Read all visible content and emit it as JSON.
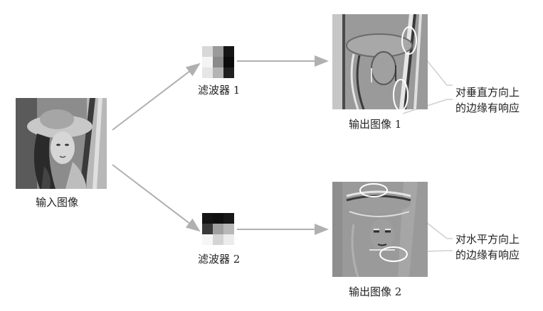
{
  "input": {
    "label": "输入图像"
  },
  "filter1": {
    "label": "滤波器 1",
    "grid": [
      [
        "#d8d8d8",
        "#9a9a9a",
        "#161616"
      ],
      [
        "#f4f4f4",
        "#8a8a8a",
        "#0c0c0c"
      ],
      [
        "#e6e6e6",
        "#b4b4b4",
        "#202020"
      ]
    ]
  },
  "filter2": {
    "label": "滤波器 2",
    "grid": [
      [
        "#141414",
        "#101010",
        "#181818"
      ],
      [
        "#3a3a3a",
        "#a0a0a0",
        "#b8b8b8"
      ],
      [
        "#f6f6f6",
        "#d4d4d4",
        "#ececec"
      ]
    ]
  },
  "output1": {
    "label": "输出图像 1"
  },
  "output2": {
    "label": "输出图像 2"
  },
  "note1": {
    "line1": "对垂直方向上",
    "line2": "的边缘有响应"
  },
  "note2": {
    "line1": "对水平方向上",
    "line2": "的边缘有响应"
  },
  "colors": {
    "arrow": "#b0b0b0",
    "highlight": "#ffffff",
    "text": "#222222"
  }
}
